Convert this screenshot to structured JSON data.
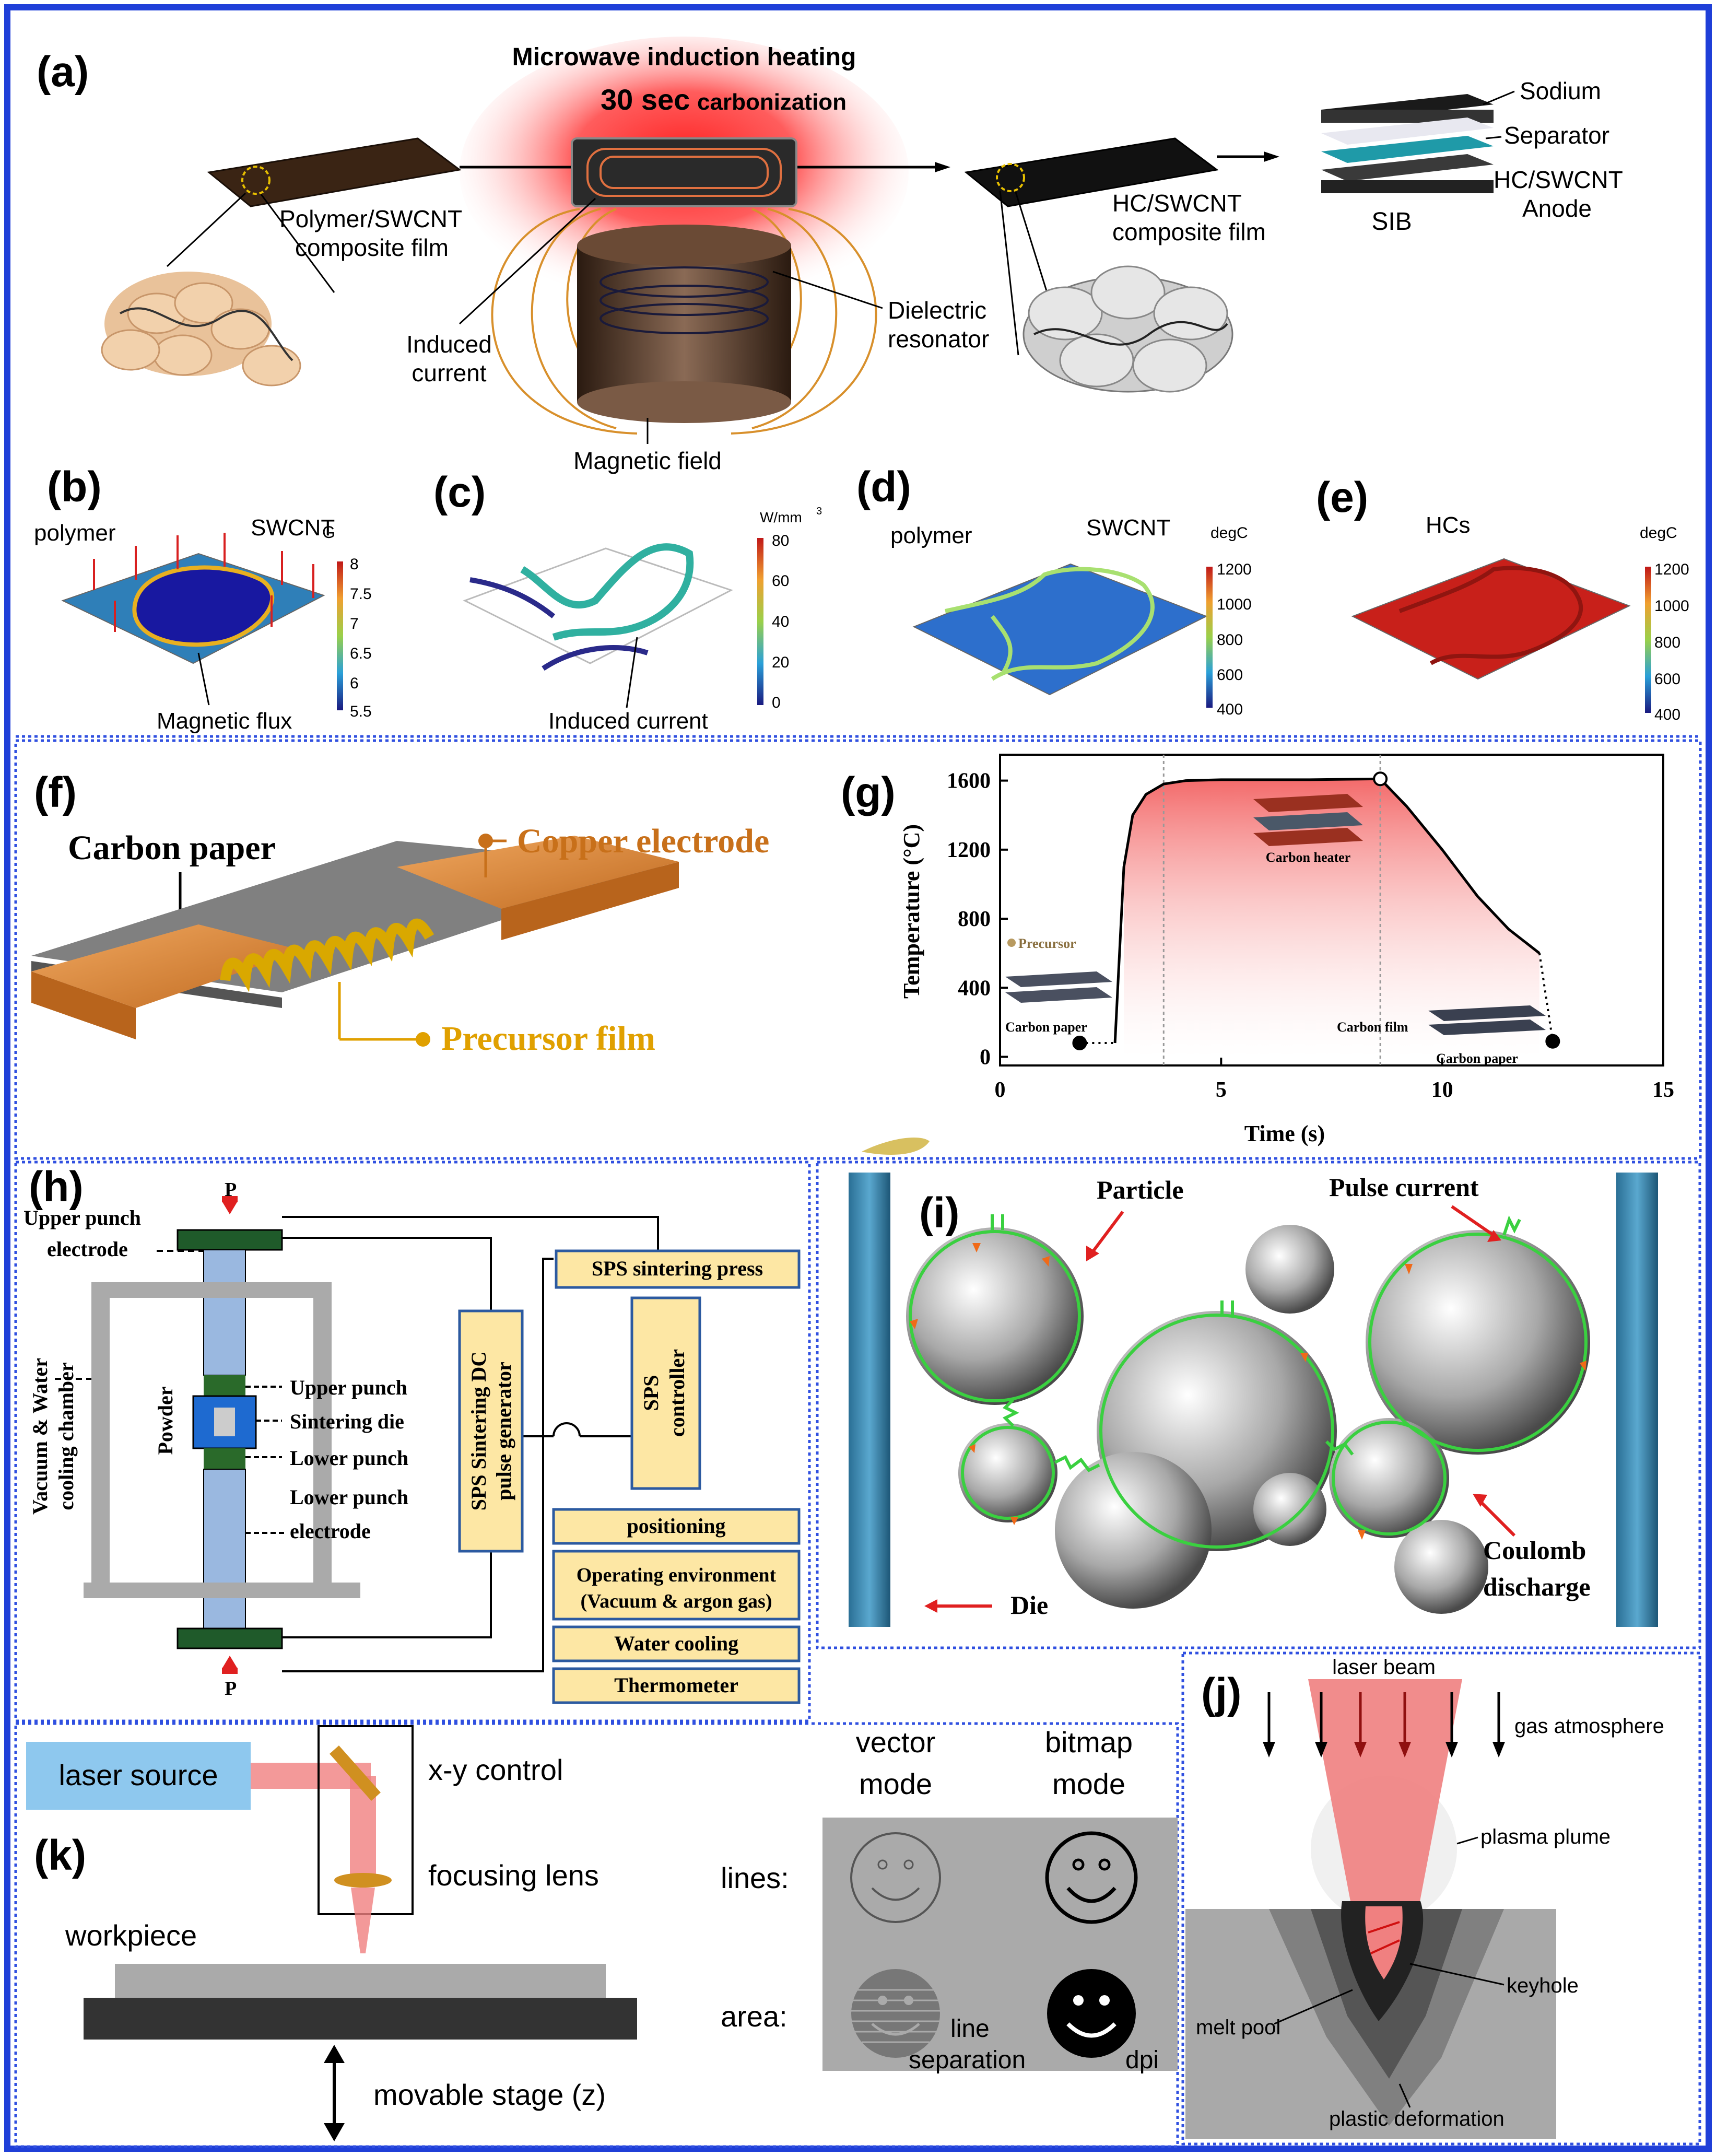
{
  "panel_a": {
    "label": "(a)",
    "title_line1": "Microwave induction heating",
    "title_bold": "30 sec",
    "title_rest": "carbonization",
    "polymer_film_line1": "Polymer/SWCNT",
    "polymer_film_line2": "composite film",
    "hc_film_line1": "HC/SWCNT",
    "hc_film_line2": "composite film",
    "sodium": "Sodium",
    "separator": "Separator",
    "anode_line1": "HC/SWCNT",
    "anode_line2": "Anode",
    "sib": "SIB",
    "induced_line1": "Induced",
    "induced_line2": "current",
    "dielectric_line1": "Dielectric",
    "dielectric_line2": "resonator",
    "magnetic_field": "Magnetic field"
  },
  "panel_b": {
    "label": "(b)",
    "polymer": "polymer",
    "swcnt": "SWCNT",
    "unit": "G",
    "magnetic_flux": "Magnetic flux",
    "scale": [
      "8",
      "7.5",
      "7",
      "6.5",
      "6",
      "5.5"
    ]
  },
  "panel_c": {
    "label": "(c)",
    "unit": "W/mm",
    "unit_sup": "3",
    "induced_current": "Induced current",
    "scale": [
      "80",
      "60",
      "40",
      "20",
      "0"
    ]
  },
  "panel_d": {
    "label": "(d)",
    "polymer": "polymer",
    "swcnt": "SWCNT",
    "unit": "degC",
    "scale": [
      "1200",
      "1000",
      "800",
      "600",
      "400"
    ]
  },
  "panel_e": {
    "label": "(e)",
    "hcs": "HCs",
    "unit": "degC",
    "scale": [
      "1200",
      "1000",
      "800",
      "600",
      "400"
    ]
  },
  "panel_f": {
    "label": "(f)",
    "carbon_paper": "Carbon paper",
    "copper_electrode": "Copper electrode",
    "precursor_film": "Precursor film"
  },
  "panel_g": {
    "label": "(g)",
    "carbon_heater": "Carbon heater",
    "precursor": "Precursor",
    "carbon_paper_left": "Carbon paper",
    "carbon_film": "Carbon film",
    "carbon_paper_right": "Carbon paper"
  },
  "chart_data": {
    "type": "line",
    "xlabel": "Time (s)",
    "ylabel": "Temperature (°C)",
    "xlim": [
      0,
      15
    ],
    "ylim": [
      -50,
      1750
    ],
    "xticks": [
      "0",
      "5",
      "10",
      "15"
    ],
    "yticks": [
      "0",
      "400",
      "800",
      "1200",
      "1600"
    ],
    "grid": false,
    "series": [
      {
        "x": [
          1.8,
          2.6,
          2.8,
          3.0,
          3.3,
          3.7,
          4.2,
          5,
          6,
          7,
          8,
          8.6,
          9.2,
          10,
          10.8,
          11.5,
          12.0,
          12.2,
          12.5
        ],
        "y": [
          80,
          80,
          1100,
          1400,
          1520,
          1580,
          1600,
          1605,
          1605,
          1605,
          1608,
          1610,
          1450,
          1200,
          930,
          740,
          640,
          600,
          90
        ]
      }
    ],
    "markers": [
      {
        "x": 1.8,
        "y": 80
      },
      {
        "x": 8.6,
        "y": 1610
      },
      {
        "x": 12.5,
        "y": 90
      }
    ],
    "reference_lines_x": [
      3.7,
      8.6
    ]
  },
  "panel_h": {
    "label": "(h)",
    "p_top": "P",
    "p_bottom": "P",
    "upper_punch_electrode_1": "Upper punch",
    "upper_punch_electrode_2": "electrode",
    "chamber_line1": "Vacuum & Water",
    "chamber_line2": "cooling chamber",
    "powder": "Powder",
    "upper_punch": "Upper punch",
    "sintering_die": "Sintering die",
    "lower_punch": "Lower punch",
    "lower_punch_electrode_1": "Lower punch",
    "lower_punch_electrode_2": "electrode",
    "generator_line1": "SPS Sintering DC",
    "generator_line2": "pulse generator",
    "press": "SPS sintering press",
    "controller_line1": "SPS",
    "controller_line2": "controller",
    "positioning": "positioning",
    "env_line1": "Operating environment",
    "env_line2": "(Vacuum & argon gas)",
    "water_cooling": "Water cooling",
    "thermometer": "Thermometer"
  },
  "panel_i": {
    "label": "(i)",
    "particle": "Particle",
    "pulse_current": "Pulse current",
    "coulomb_line1": "Coulomb",
    "coulomb_line2": "discharge",
    "die": "Die"
  },
  "panel_j": {
    "label": "(j)",
    "laser_beam": "laser beam",
    "gas_atmosphere": "gas atmosphere",
    "plasma_plume": "plasma plume",
    "keyhole": "keyhole",
    "melt_pool": "melt pool",
    "plastic_deformation": "plastic deformation"
  },
  "panel_k": {
    "label": "(k)",
    "laser_source": "laser source",
    "xy_control": "x-y control",
    "focusing_lens": "focusing lens",
    "workpiece": "workpiece",
    "movable_stage": "movable stage (z)",
    "vector_1": "vector",
    "vector_2": "mode",
    "bitmap_1": "bitmap",
    "bitmap_2": "mode",
    "lines": "lines:",
    "area": "area:",
    "line_sep_1": "line",
    "line_sep_2": "separation",
    "dpi": "dpi"
  },
  "colors": {
    "frame": "#1f3fd8",
    "divider": "#3050e0",
    "copper": "#d88a3c",
    "label_gold": "#e0a000",
    "label_orange": "#c8701a",
    "box_fill": "#fde7a4",
    "box_stroke": "#2c5aa0",
    "laser": "#f08080",
    "laser_source": "#8ec8ee"
  }
}
